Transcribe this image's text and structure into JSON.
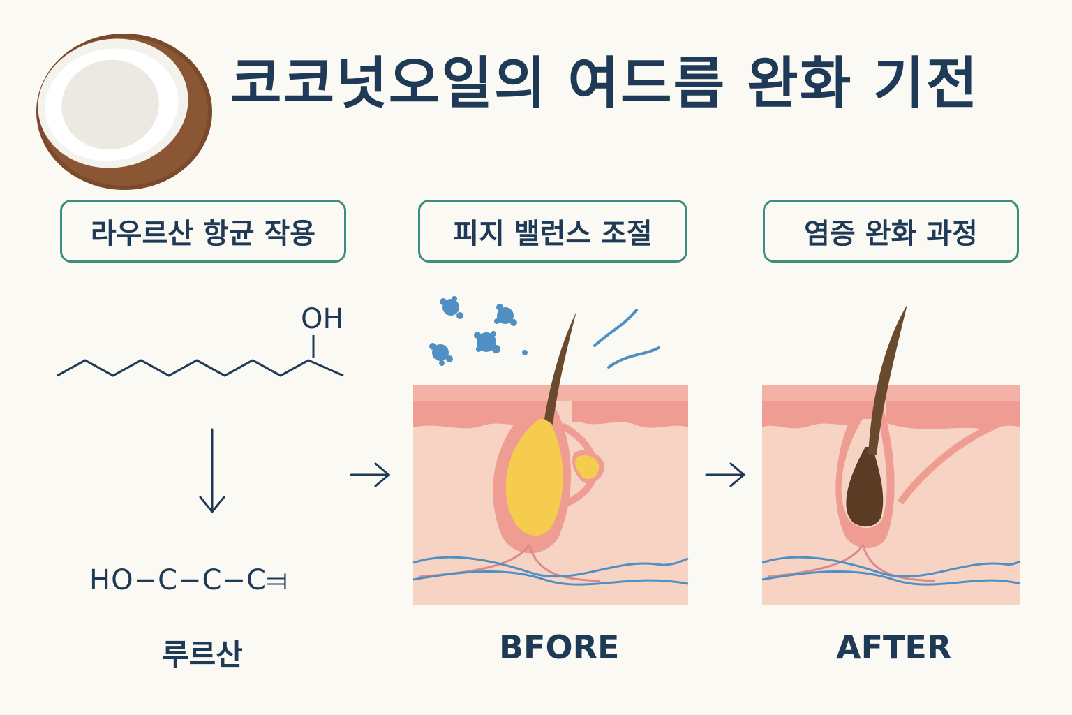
{
  "title": "코코넛오일의 여드름 완화 기전",
  "sections": [
    {
      "label": "라우르산 항균 작용"
    },
    {
      "label": "피지 밸런스 조절"
    },
    {
      "label": "염증 완화 과정"
    }
  ],
  "molecule": {
    "oh_label": "OH",
    "formula": "HO−C−C−C⫤",
    "acid_label": "루르산"
  },
  "captions": {
    "before": "BFORE",
    "after": "AFTER"
  },
  "icons": [
    "coconut-icon",
    "down-arrow-icon",
    "right-arrow-icon",
    "bacteria-icon",
    "hair-follicle-icon"
  ],
  "colors": {
    "text": "#1f3a56",
    "pill_border": "#3d8c7e",
    "skin": "#f7d3c4",
    "skin_top": "#ef9c92",
    "sebum": "#f5cc4e",
    "bacteria": "#4f8fc4",
    "hair": "#6a4a2e"
  }
}
